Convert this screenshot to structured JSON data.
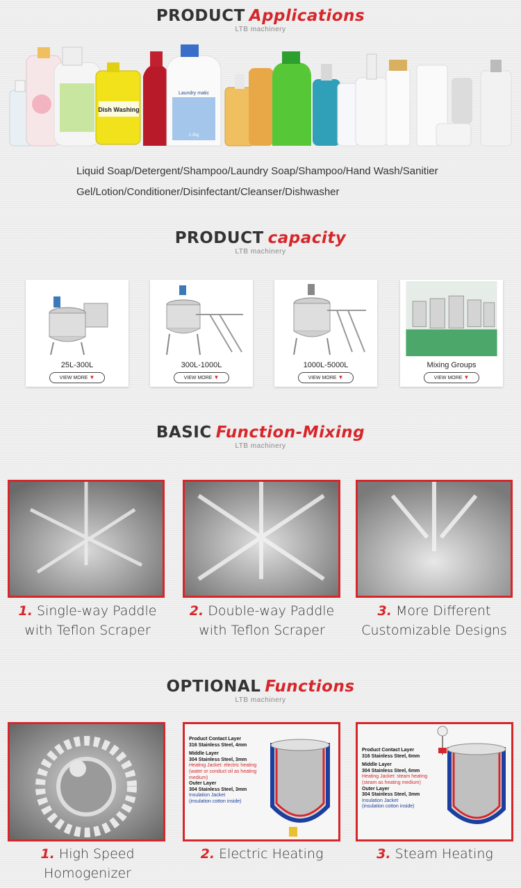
{
  "applications": {
    "title_plain": "PRODUCT",
    "title_accent": "Applications",
    "subtitle": "LTB machinery",
    "text_line1": "Liquid Soap/Detergent/Shampoo/Laundry Soap/Shampoo/Hand Wash/Sanitier",
    "text_line2": "Gel/Lotion/Conditioner/Disinfectant/Cleanser/Dishwasher",
    "bottle_labels": {
      "dish": "Dish Washing",
      "laundry": "Laundry matic",
      "weight": "1.2kg"
    }
  },
  "capacity": {
    "title_plain": "PRODUCT",
    "title_accent": "capacity",
    "subtitle": "LTB machinery",
    "cards": [
      {
        "label": "25L-300L",
        "button": "VIEW MORE"
      },
      {
        "label": "300L-1000L",
        "button": "VIEW MORE"
      },
      {
        "label": "1000L-5000L",
        "button": "VIEW MORE"
      },
      {
        "label": "Mixing Groups",
        "button": "VIEW MORE"
      }
    ]
  },
  "mixing": {
    "title_plain": "BASIC",
    "title_accent": "Function-Mixing",
    "subtitle": "LTB machinery",
    "items": [
      {
        "num": "1.",
        "line1": " Single-way Paddle",
        "line2": "with Teflon Scraper"
      },
      {
        "num": "2.",
        "line1": " Double-way Paddle",
        "line2": "with Teflon Scraper"
      },
      {
        "num": "3.",
        "line1": " More Different",
        "line2": "Customizable Designs"
      }
    ]
  },
  "optional": {
    "title_plain": "OPTIONAL",
    "title_accent": "Functions",
    "subtitle": "LTB machinery",
    "items": [
      {
        "num": "1.",
        "line1": " High Speed",
        "line2": "Homogenizer"
      },
      {
        "num": "2.",
        "line1": " Electric Heating",
        "line2": ""
      },
      {
        "num": "3.",
        "line1": " Steam Heating",
        "line2": ""
      }
    ],
    "electric_diagram": [
      "Product Contact Layer",
      "316 Stainless Steel, 4mm",
      "Middle Layer",
      "304 Stainless Steel, 3mm",
      "Heating Jacket: electric heating",
      "(water or conduct oil as heating",
      "medium)",
      "Outer Layer",
      "304 Stainless Steel, 3mm",
      "Insulation Jacket",
      "(insulation cotton inside)"
    ],
    "steam_diagram": [
      "Product Contact Layer",
      "316 Stainless Steel, 6mm",
      "Middle Layer",
      "304 Stainless Steel, 6mm",
      "Heating Jacket: steam heating",
      "(steam as heating medium)",
      "Outer Layer",
      "304 Stainless Steel, 3mm",
      "Insulation Jacket",
      "(insulation cotton inside)"
    ]
  }
}
